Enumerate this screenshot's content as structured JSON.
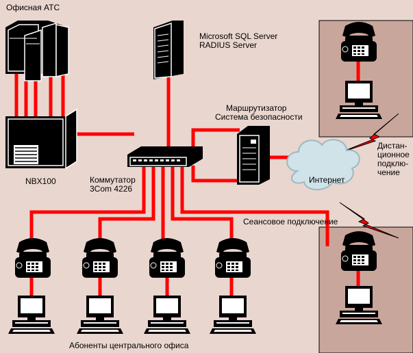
{
  "labels": {
    "office_pbx": "Офисная АТС",
    "nbx": "NBX100",
    "sql_server": "Microsoft SQL Server",
    "radius_server": "RADIUS Server",
    "router_line1": "Маршрутизатор",
    "router_line2": "Система безопасности",
    "switch_line1": "Коммутатор",
    "switch_line2": "3Com 4226",
    "internet": "Интернет",
    "remote_line1": "Дистан-",
    "remote_line2": "ционное",
    "remote_line3": "подклю-",
    "remote_line4": "чение",
    "session": "Сеансовое подключение",
    "subscribers": "Абоненты центрального офиса"
  },
  "colors": {
    "background": "#e9d6cf",
    "remote_panel": "#c9a69b",
    "link": "#ff0000",
    "equipment": "#000000",
    "cloud": "#cfe3e8"
  }
}
